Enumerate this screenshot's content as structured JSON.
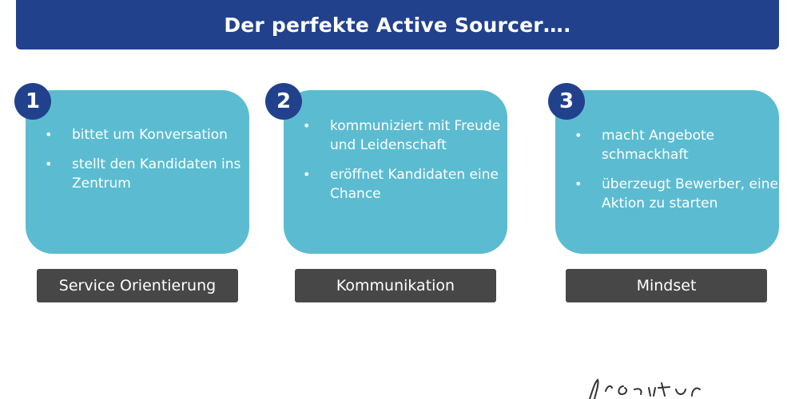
{
  "title": "Der perfekte Active Sourcer….",
  "cards": [
    {
      "number": "1",
      "bullets": [
        "bittet um Konversation",
        "stellt den Kandidaten ins Zentrum"
      ],
      "label": "Service Orientierung"
    },
    {
      "number": "2",
      "bullets": [
        "kommuniziert mit Freude und Leidenschaft",
        "eröffnet Kandidaten eine Chance"
      ],
      "label": "Kommunikation"
    },
    {
      "number": "3",
      "bullets": [
        "macht Angebote schmackhaft",
        "überzeugt Bewerber, eine Aktion zu starten"
      ],
      "label": "Mindset"
    }
  ],
  "bullet_glyph": "•",
  "colors": {
    "primary": "#22418c",
    "card": "#5bbcd1",
    "label": "#474747",
    "text": "#ffffff"
  }
}
